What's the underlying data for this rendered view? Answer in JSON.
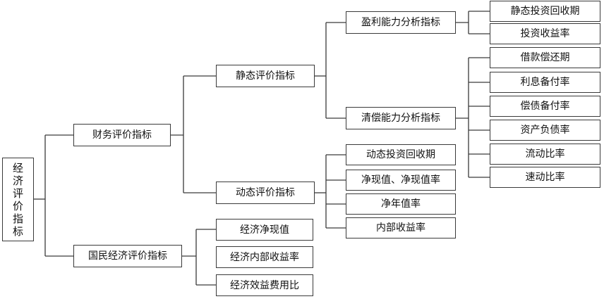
{
  "root": {
    "label": "经济评价指标",
    "chars": [
      "经",
      "济",
      "评",
      "价",
      "指",
      "标"
    ]
  },
  "level1": {
    "financial": "财务评价指标",
    "national": "国民经济评价指标"
  },
  "level2": {
    "static": "静态评价指标",
    "dynamic": "动态评价指标",
    "econ_npv": "经济净现值",
    "econ_irr": "经济内部收益率",
    "econ_bcr": "经济效益费用比"
  },
  "level3": {
    "profitability": "盈利能力分析指标",
    "solvency": "清偿能力分析指标",
    "dyn_payback": "动态投资回收期",
    "npv_nvr": "净现值、净现值率",
    "nav": "净年值率",
    "irr": "内部收益率"
  },
  "level4": {
    "static_payback": "静态投资回收期",
    "roi": "投资收益率",
    "loan_repay": "借款偿还期",
    "interest_coverage": "利息备付率",
    "debt_coverage": "偿债备付率",
    "debt_ratio": "资产负债率",
    "current_ratio": "流动比率",
    "quick_ratio": "速动比率"
  }
}
